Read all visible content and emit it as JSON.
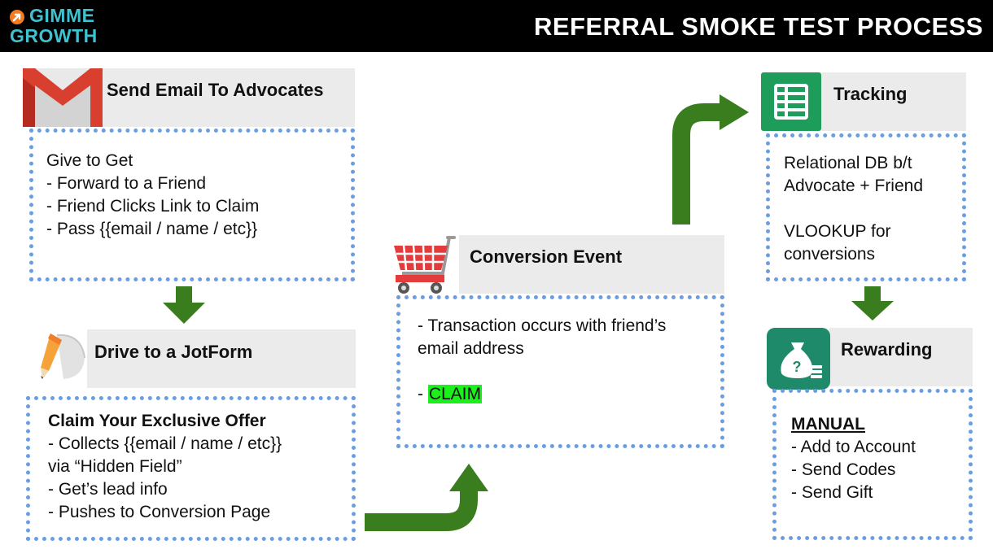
{
  "header": {
    "logo_line1": "GIMME",
    "logo_line2": "GROWTH",
    "title": "REFERRAL SMOKE TEST PROCESS"
  },
  "colors": {
    "arrow_green": "#3a7d1e",
    "dotted_blue": "#6a9ee0",
    "panel_gray": "#ebebeb",
    "highlight": "#1cf01c",
    "logo_cyan": "#3fc1d0",
    "logo_orange": "#f47b20"
  },
  "panels": {
    "send_email": {
      "icon": "gmail-icon",
      "title": "Send Email To Advocates",
      "lines": [
        "Give to Get",
        "- Forward to a Friend",
        "- Friend Clicks Link to Claim",
        "- Pass {{email / name / etc}}"
      ]
    },
    "jotform": {
      "icon": "pencil-icon",
      "title": "Drive to a JotForm",
      "heading": "Claim Your Exclusive Offer",
      "lines": [
        "- Collects {{email / name / etc}}",
        "via “Hidden Field”",
        "- Get’s lead info",
        "- Pushes to Conversion Page"
      ]
    },
    "conversion": {
      "icon": "shopping-cart-icon",
      "title": "Conversion Event",
      "lines": [
        "- Transaction occurs with friend’s",
        "email address"
      ],
      "claim_prefix": "- ",
      "claim": "CLAIM"
    },
    "tracking": {
      "icon": "spreadsheet-icon",
      "title": "Tracking",
      "lines": [
        "Relational DB b/t",
        "Advocate + Friend",
        "VLOOKUP for",
        "conversions"
      ]
    },
    "rewarding": {
      "icon": "money-bag-icon",
      "title": "Rewarding",
      "heading": "MANUAL",
      "lines": [
        "- Add to Account",
        "- Send Codes",
        "- Send Gift"
      ]
    }
  }
}
